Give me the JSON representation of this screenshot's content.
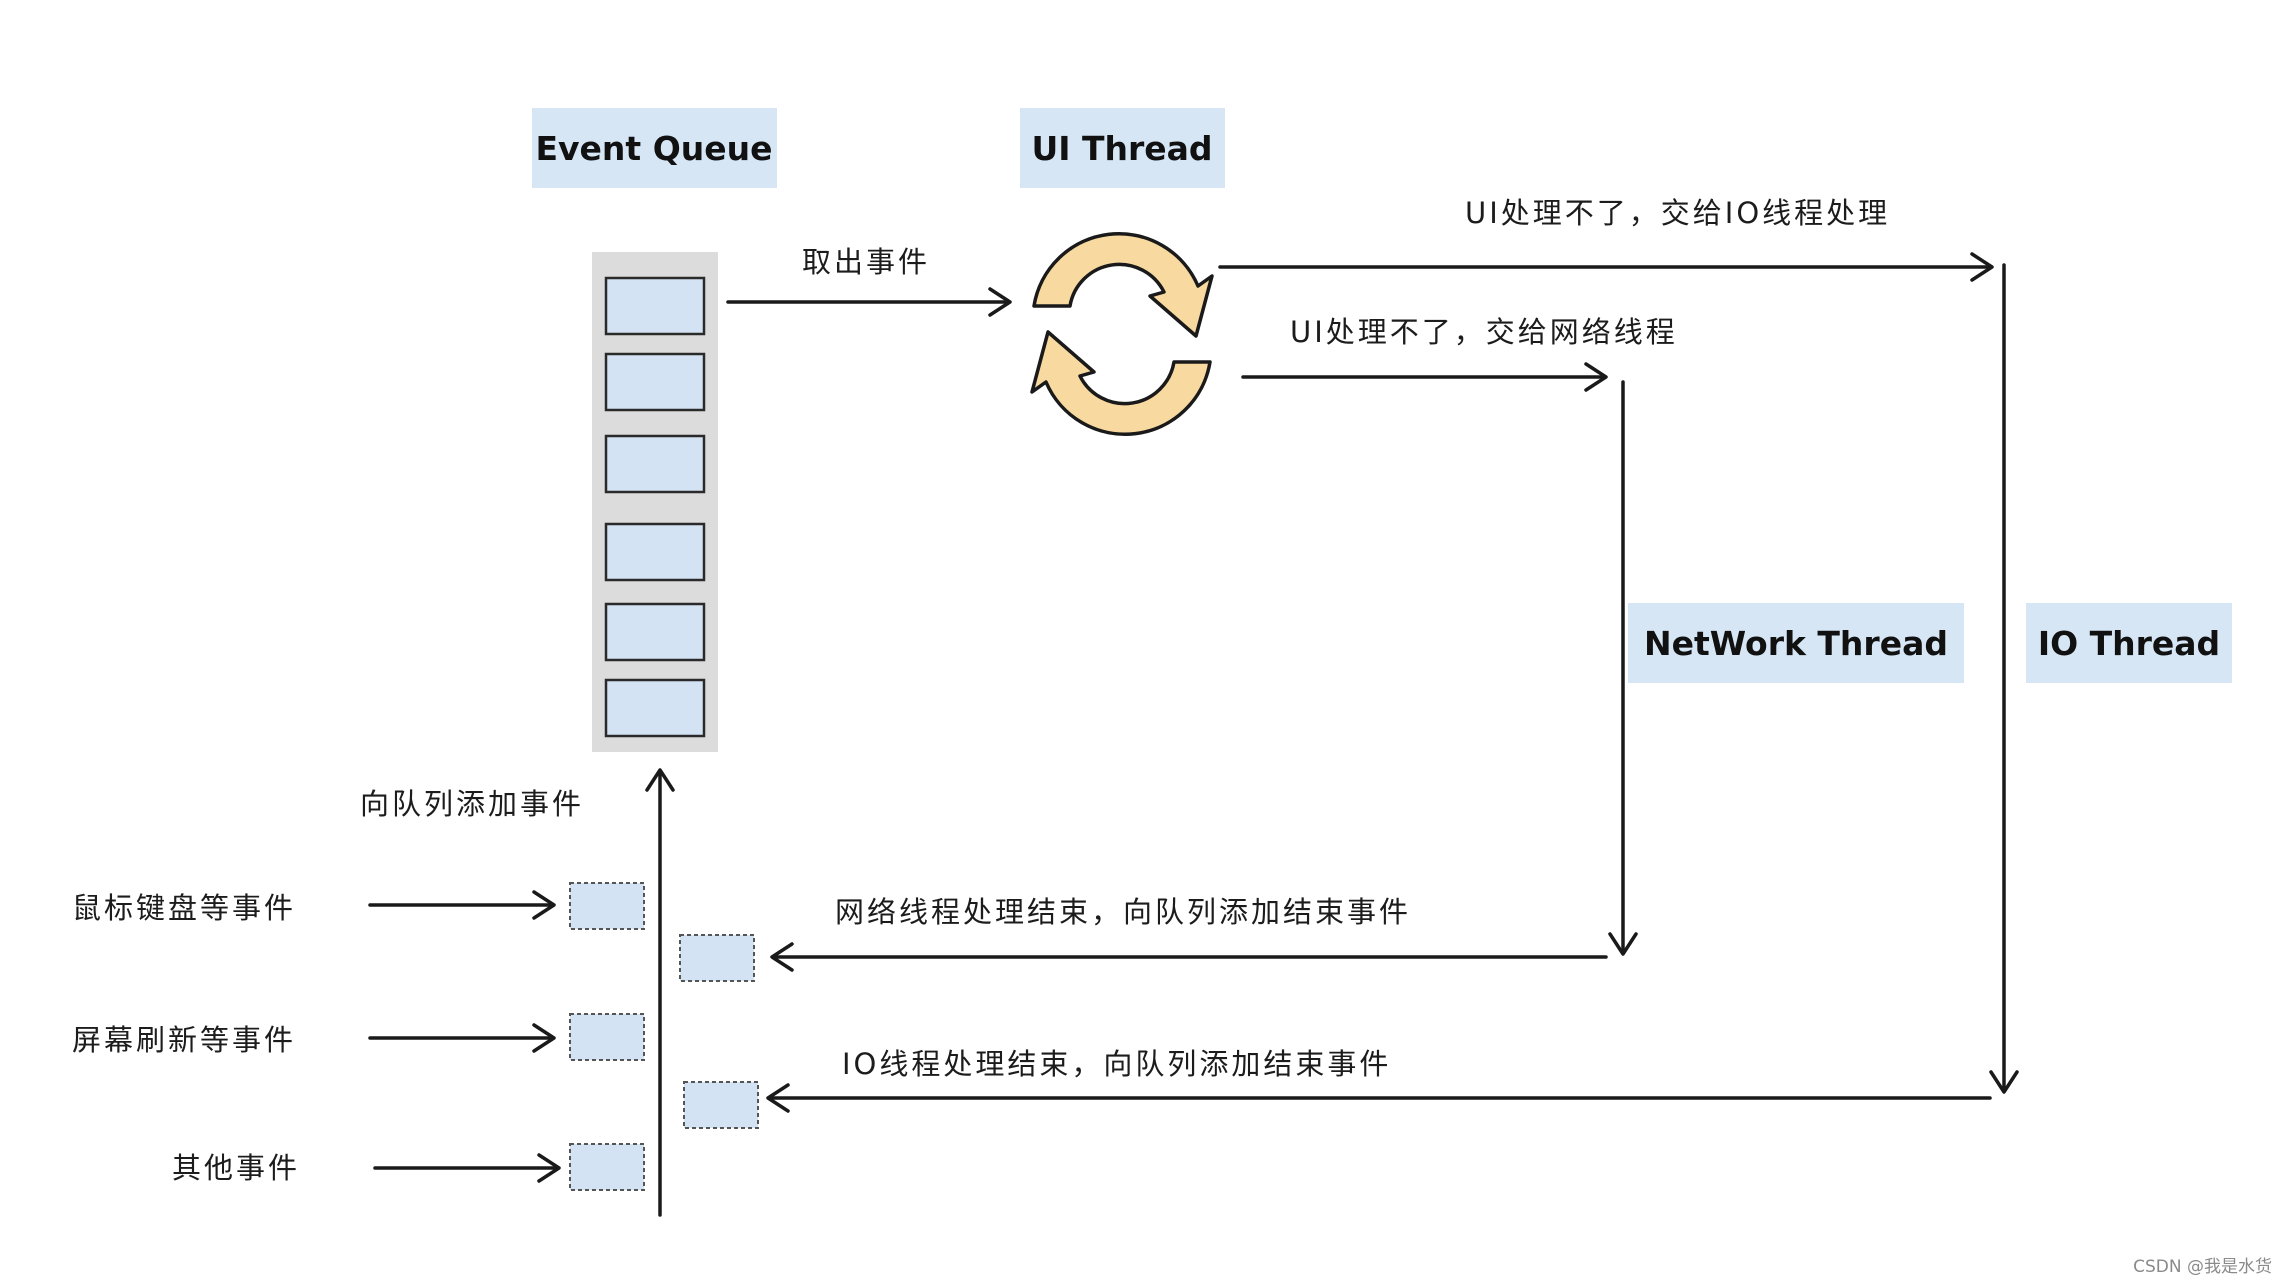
{
  "labels": {
    "event_queue": "Event Queue",
    "ui_thread": "UI Thread",
    "network_thread": "NetWork Thread",
    "io_thread": "IO Thread"
  },
  "captions": {
    "take_event": "取出事件",
    "ui_to_io": "UI处理不了，交给IO线程处理",
    "ui_to_network": "UI处理不了，交给网络线程",
    "add_to_queue": "向队列添加事件",
    "network_done": "网络线程处理结束，向队列添加结束事件",
    "io_done": "IO线程处理结束，向队列添加结束事件"
  },
  "sources": {
    "mouse_keyboard": "鼠标键盘等事件",
    "screen_refresh": "屏幕刷新等事件",
    "other": "其他事件"
  },
  "watermark": "CSDN @我是水货",
  "colors": {
    "tag_fill": "#d6e6f5",
    "slot_fill": "#d4e3f3",
    "queue_frame": "#dcdcdc",
    "cycle_icon": "#f8d9a0",
    "stroke": "#1a1a1a"
  },
  "icons": {
    "ui_thread": "refresh-cycle-icon"
  }
}
